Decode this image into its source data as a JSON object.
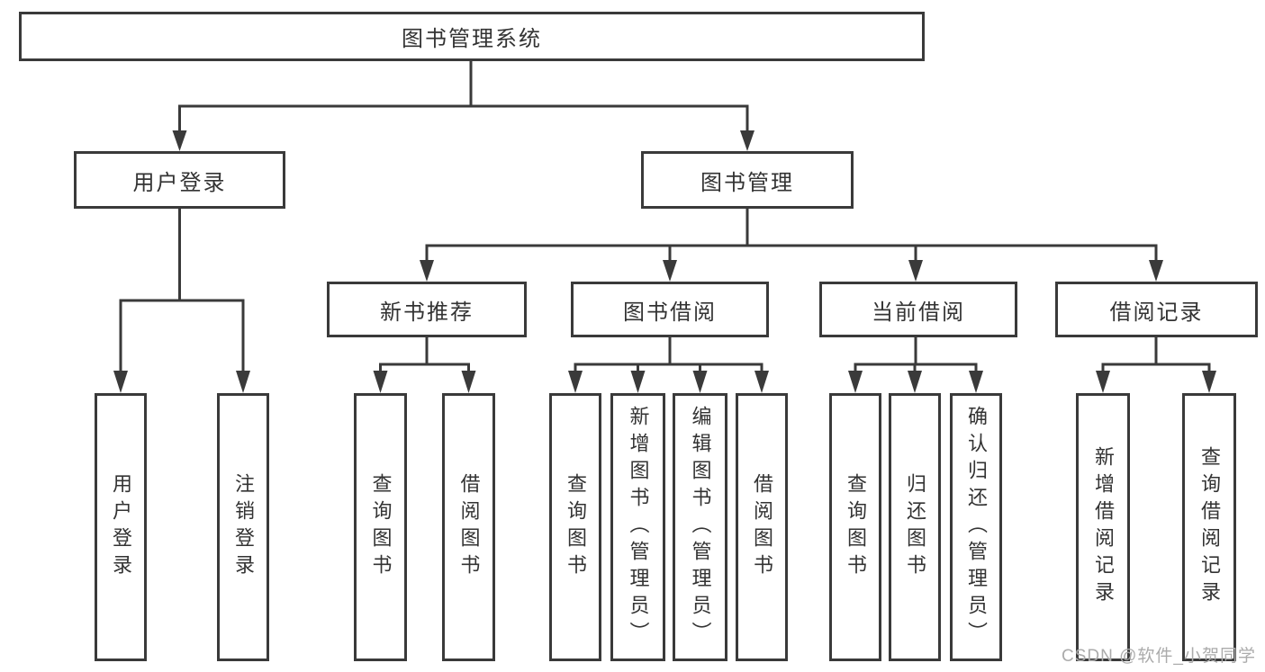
{
  "nodes": {
    "root": "图书管理系统",
    "user_login": "用户登录",
    "book_mgmt": "图书管理",
    "new_books": "新书推荐",
    "book_borrow": "图书借阅",
    "current_borrow": "当前借阅",
    "borrow_records": "借阅记录",
    "ul_login": "用户登录",
    "ul_logout": "注销登录",
    "nb_query": "查询图书",
    "nb_borrow": "借阅图书",
    "bb_query": "查询图书",
    "bb_add": "新增图书（管理员）",
    "bb_edit": "编辑图书（管理员）",
    "bb_borrow": "借阅图书",
    "cb_query": "查询图书",
    "cb_return": "归还图书",
    "cb_confirm": "确认归还（管理员）",
    "br_add": "新增借阅记录",
    "br_query": "查询借阅记录"
  },
  "watermark": "CSDN @软件_小贺同学",
  "colors": {
    "line": "#3a3a3a",
    "text": "#333333",
    "watermark": "#ababab"
  }
}
